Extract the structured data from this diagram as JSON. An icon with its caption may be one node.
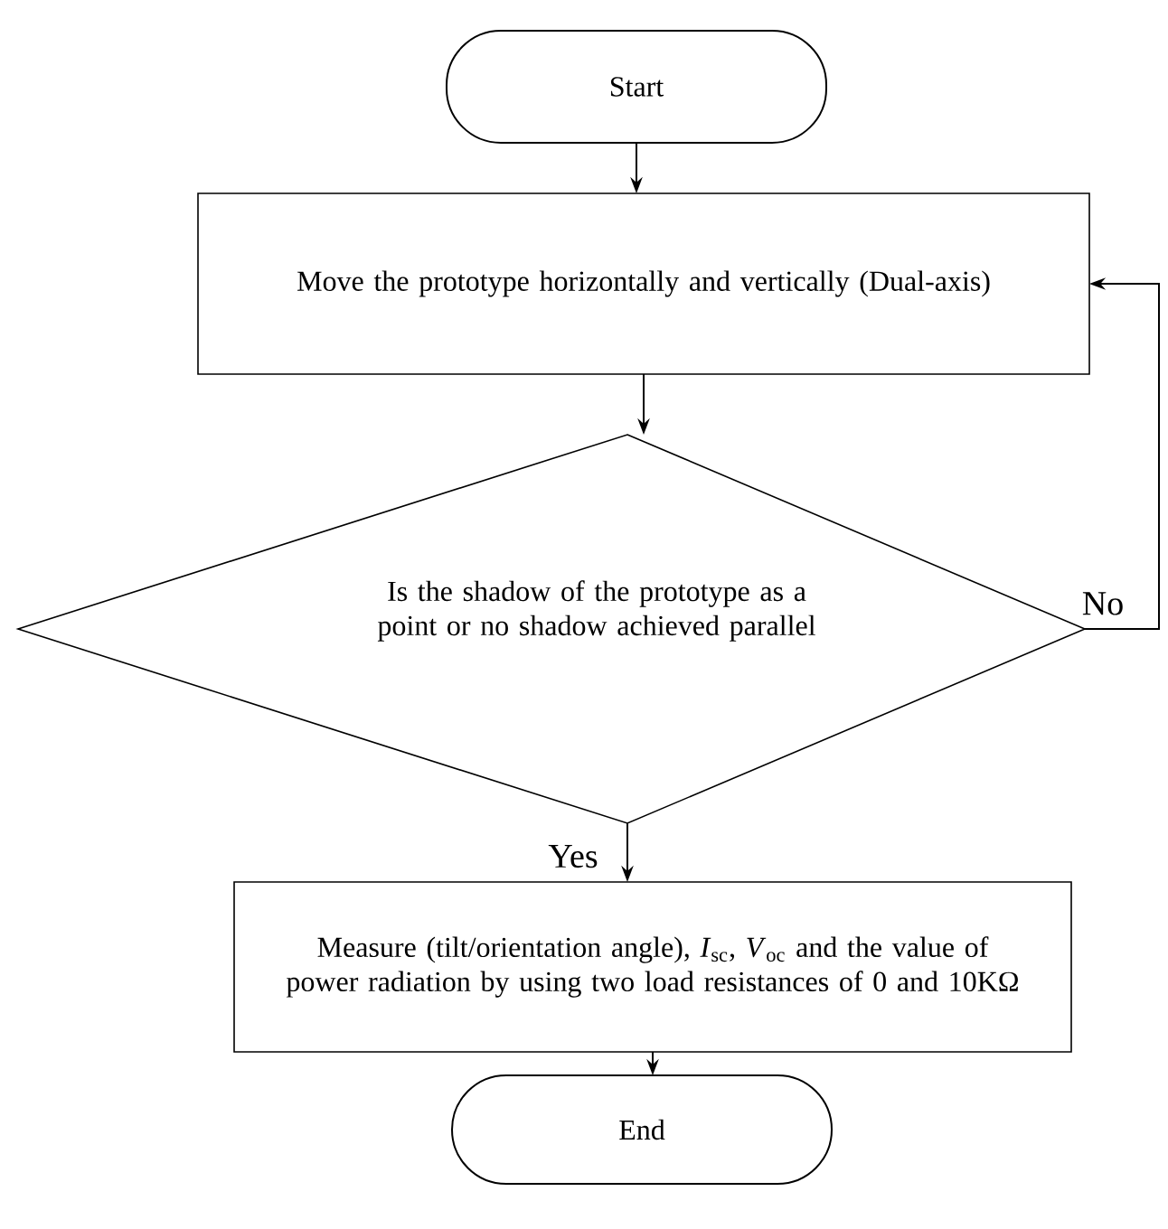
{
  "diagram": {
    "nodes": [
      {
        "text": [
          "Start"
        ]
      },
      {
        "text": [
          "Move the prototype horizontally and vertically (Dual-axis)"
        ]
      },
      {
        "text": [
          "Is the shadow of the prototype as a point or no shadow achieved parallel"
        ]
      },
      {
        "text": [
          "Measure (tilt/orientation angle), *I*$_{sc}$, *V*$_{oc}$ and the value of power radiation by using two load resistances of 0 and 10KΩ"
        ]
      },
      {
        "text": [
          "End"
        ]
      }
    ],
    "edges": [
      {
        "from": 0,
        "to": 1,
        "arrow": "to"
      },
      {
        "from": 1,
        "to": 2,
        "arrow": "to"
      },
      {
        "from": 2,
        "to": 3,
        "arrow": "to",
        "label": "Yes"
      },
      {
        "from": 2,
        "to": 1,
        "arrow": "to",
        "label": "No"
      },
      {
        "from": 3,
        "to": 4,
        "arrow": "to"
      }
    ]
  }
}
